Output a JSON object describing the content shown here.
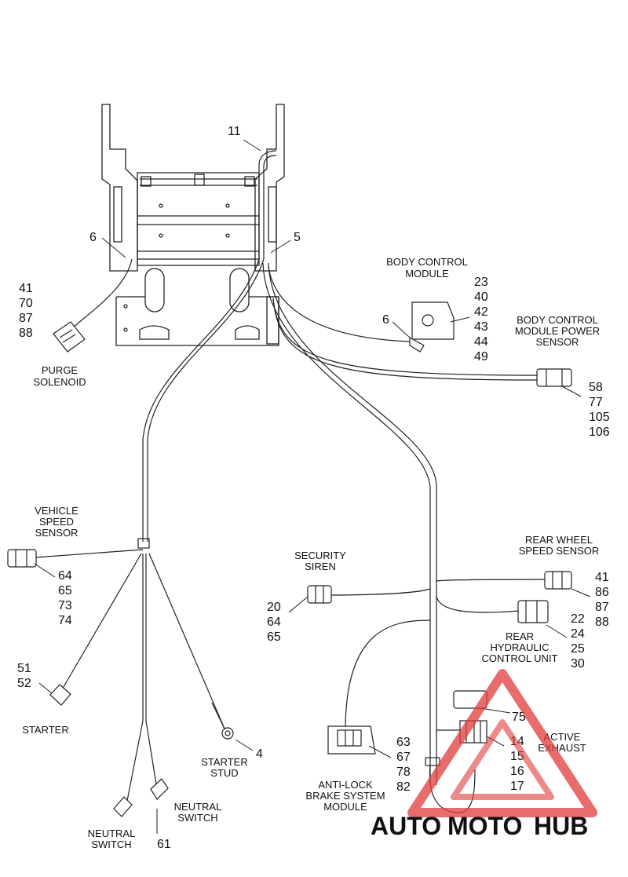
{
  "components": {
    "purge_solenoid": {
      "label_lines": [
        "PURGE",
        "SOLENOID"
      ],
      "refs": [
        "41",
        "70",
        "87",
        "88"
      ]
    },
    "body_control_module": {
      "label_lines": [
        "BODY CONTROL",
        "MODULE"
      ],
      "refs": [
        "23",
        "40",
        "42",
        "43",
        "44",
        "49"
      ]
    },
    "bcm_power_sensor": {
      "label_lines": [
        "BODY CONTROL",
        "MODULE POWER",
        "SENSOR"
      ],
      "refs": [
        "58",
        "77",
        "105",
        "106"
      ]
    },
    "vehicle_speed_sensor": {
      "label_lines": [
        "VEHICLE",
        "SPEED",
        "SENSOR"
      ],
      "refs": [
        "64",
        "65",
        "73",
        "74"
      ]
    },
    "security_siren": {
      "label_lines": [
        "SECURITY",
        "SIREN"
      ],
      "refs": [
        "20",
        "64",
        "65"
      ]
    },
    "rear_wheel_speed_sensor": {
      "label_lines": [
        "REAR WHEEL",
        "SPEED SENSOR"
      ],
      "refs": [
        "41",
        "86",
        "87",
        "88"
      ]
    },
    "rear_hydraulic_control_unit": {
      "label_lines": [
        "REAR",
        "HYDRAULIC",
        "CONTROL UNIT"
      ],
      "refs": [
        "22",
        "24",
        "25",
        "30"
      ]
    },
    "starter": {
      "label_lines": [
        "STARTER"
      ],
      "refs": [
        "51",
        "52"
      ]
    },
    "starter_stud": {
      "label_lines": [
        "STARTER",
        "STUD"
      ],
      "refs": [
        "4"
      ]
    },
    "neutral_switch_right": {
      "label_lines": [
        "NEUTRAL",
        "SWITCH"
      ]
    },
    "neutral_switch_left": {
      "label_lines": [
        "NEUTRAL",
        "SWITCH"
      ],
      "refs": [
        "61"
      ]
    },
    "abs_module": {
      "label_lines": [
        "ANTI-LOCK",
        "BRAKE SYSTEM",
        "MODULE"
      ],
      "refs": [
        "63",
        "67",
        "78",
        "82"
      ]
    },
    "active_exhaust": {
      "label_lines": [
        "ACTIVE",
        "EXHAUST"
      ],
      "refs": [
        "75",
        "14",
        "15",
        "16",
        "17"
      ]
    }
  },
  "callouts": {
    "frame": "11",
    "clip_left": "6",
    "clip_right": "5",
    "clip_bcm": "6"
  },
  "watermark": {
    "part1": "AUTO",
    "part2": "MOTO",
    "part3": "HUB",
    "color_light": "#f5c08a",
    "color_dark": "#555555",
    "triangle_color": "#e03b3b"
  }
}
